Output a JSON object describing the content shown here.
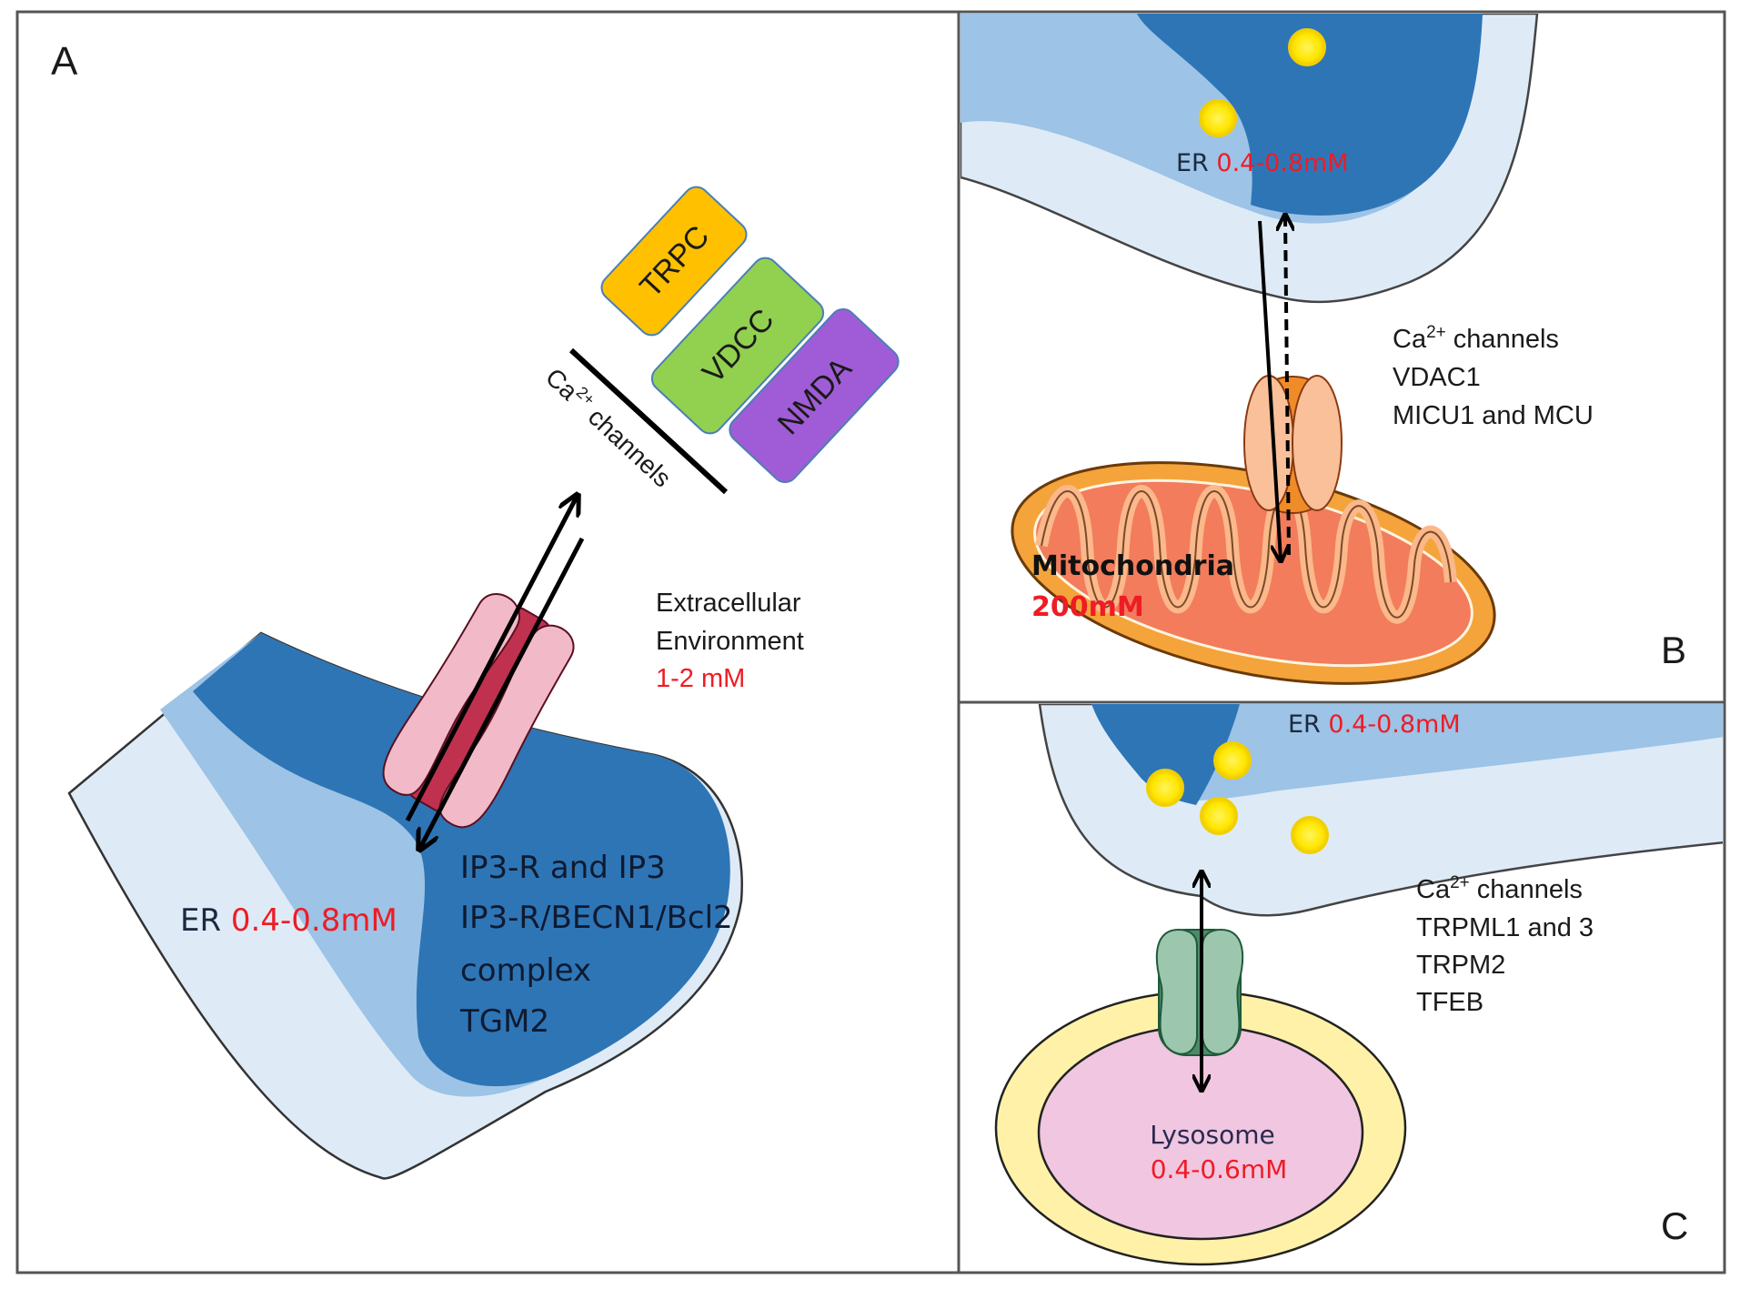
{
  "figure": {
    "panels": [
      {
        "id": "A",
        "label": "A",
        "channels_caption": {
          "main": "Ca",
          "sup": "2+",
          "rest": " channels"
        },
        "channel_boxes": [
          {
            "label": "TRPC",
            "color": "#ffc000"
          },
          {
            "label": "VDCC",
            "color": "#92d050"
          },
          {
            "label": "NMDA",
            "color": "#a05cd6"
          }
        ],
        "extracellular": {
          "line1": "Extracellular",
          "line2": "Environment",
          "conc": "1-2 mM"
        },
        "er": {
          "name": "ER",
          "conc": "0.4-0.8mM"
        },
        "proteins": [
          "IP3-R and IP3",
          "IP3-R/BECN1/Bcl2",
          "complex",
          "TGM2"
        ]
      },
      {
        "id": "B",
        "label": "B",
        "er": {
          "name": "ER",
          "conc": "0.4-0.8mM"
        },
        "organelle": {
          "name": "Mitochondria",
          "conc": "200mM"
        },
        "channels_caption": {
          "main": "Ca",
          "sup": "2+",
          "rest": " channels"
        },
        "proteins": [
          "VDAC1",
          "MICU1 and MCU"
        ]
      },
      {
        "id": "C",
        "label": "C",
        "er": {
          "name": "ER",
          "conc": "0.4-0.8mM"
        },
        "organelle": {
          "name": "Lysosome",
          "conc": "0.4-0.6mM"
        },
        "channels_caption": {
          "main": "Ca",
          "sup": "2+",
          "rest": " channels"
        },
        "proteins": [
          "TRPML1 and 3",
          "TRPM2",
          "TFEB"
        ]
      }
    ],
    "colors": {
      "er_dark": "#2e75b6",
      "er_mid": "#9dc3e6",
      "er_light": "#deebf7",
      "concentration_text": "#ee1c25",
      "calcium_ion": "#ffe600"
    }
  }
}
